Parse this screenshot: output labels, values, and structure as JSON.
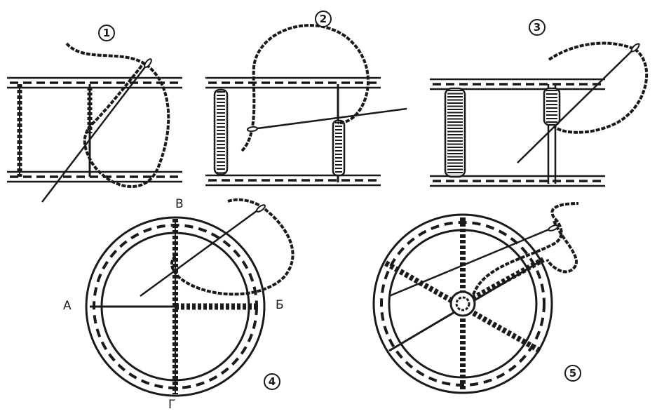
{
  "step_numbers": [
    "1",
    "2",
    "3",
    "4",
    "5"
  ],
  "point_labels": {
    "a": "А",
    "b": "Б",
    "v": "В",
    "g": "Г"
  },
  "colors": {
    "ink": "#1a1a1a",
    "paper": "#ffffff"
  },
  "icons": [
    "needle-icon",
    "thread-icon",
    "frame-icon",
    "ring-frame-icon"
  ]
}
